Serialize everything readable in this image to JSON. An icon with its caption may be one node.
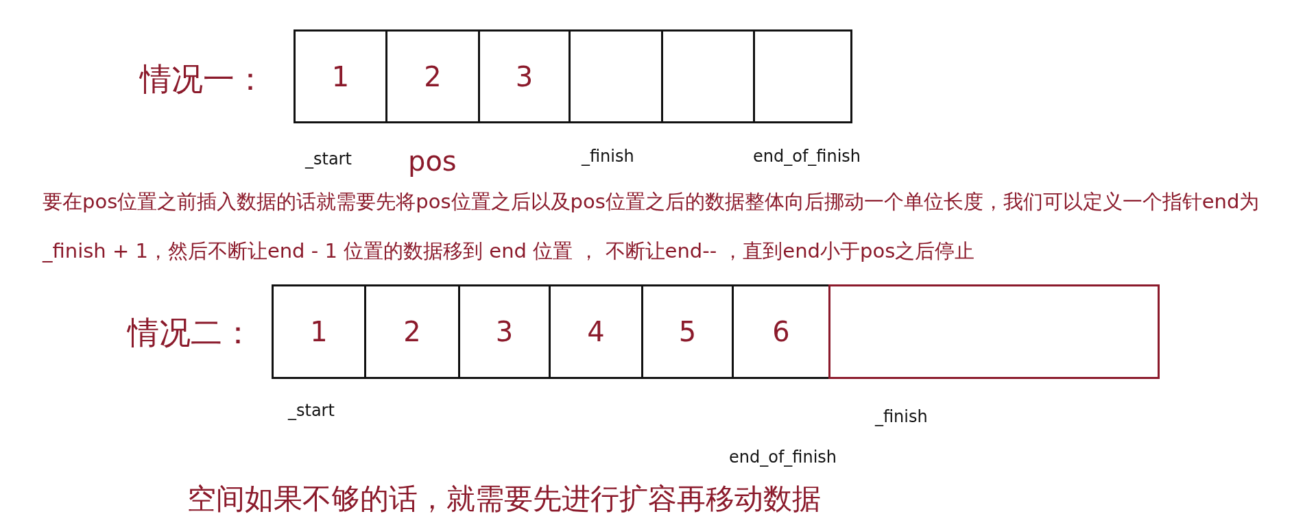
{
  "diagram": {
    "nodes": [
      {
        "text": [
          "1"
        ]
      },
      {
        "text": [
          "2"
        ]
      },
      {
        "text": [
          "3"
        ]
      },
      {
        "text": [],
        "shape": "box"
      },
      {
        "text": [],
        "shape": "box"
      },
      {
        "text": [],
        "shape": "box"
      },
      {
        "text": [
          "1"
        ]
      },
      {
        "text": [
          "2"
        ]
      },
      {
        "text": [
          "3"
        ]
      },
      {
        "text": [
          "4"
        ]
      },
      {
        "text": [
          "5"
        ]
      },
      {
        "text": [
          "6"
        ]
      },
      {
        "text": [],
        "shape": "box"
      }
    ],
    "edges": [],
    "labels": [
      "情况一：",
      "_start",
      "pos",
      "_finish",
      "end_of_finish",
      "要在pos位置之前插入数据的话就需要先将pos位置之后以及pos位置之后的数据整体向后挪动一个单位长度，我们可以定义一个指针end为_finish + 1，然后不断让end - 1 位置的数据移到 end 位置 ， 不断让end-- ，直到end小于pos之后停止",
      "情况二：",
      "_start",
      "_finish",
      "end_of_finish",
      "空间如果不够的话，就需要先进行扩容再移动数据"
    ]
  }
}
